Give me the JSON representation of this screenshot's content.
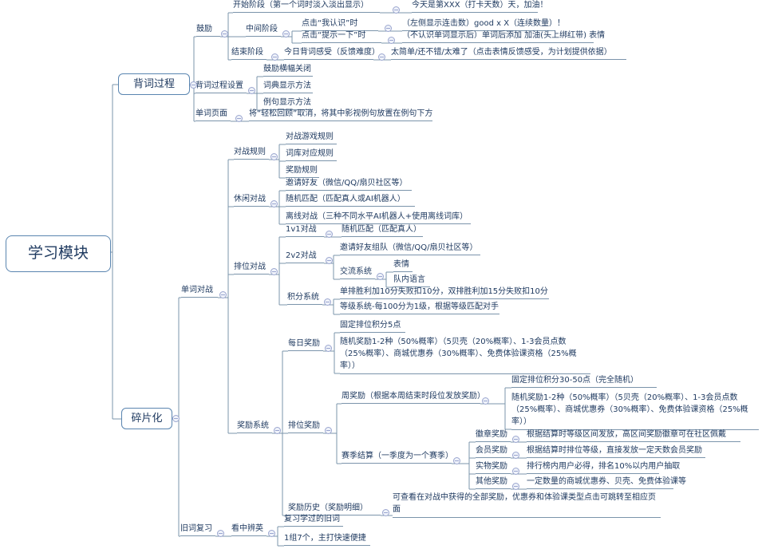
{
  "colors": {
    "text": "#1f3a60",
    "line": "#7b94ab",
    "node_border": "#5a85b0",
    "collapse_icon": "#9aa5cf",
    "background": "#ffffff"
  },
  "map": {
    "root": {
      "label": "学习模块"
    },
    "beici": {
      "label": "背词过程",
      "guli": {
        "label": "鼓励",
        "kaishi": {
          "label": "开始阶段（第一个词时淡入淡出显示）",
          "note": "今天是第XXX（打卡天数）天，加油！"
        },
        "zhongjian": {
          "label": "中间阶段",
          "renshi": {
            "label": "点击“我认识”时",
            "note": "（左侧显示连击数）good x X（连续数量）！"
          },
          "tishi": {
            "label": "点击“提示一下”时",
            "note": "（不认识单词显示后）单词后添加 加油(头上绑红带) 表情"
          }
        },
        "jieshu": {
          "label": "结束阶段",
          "ganshou": {
            "label": "今日背词感受（反馈难度）",
            "note": "太简单/还不错/太难了（点击表情反馈感受，为计划提供依据）"
          }
        }
      },
      "shezhi": {
        "label": "背词过程设置",
        "items": [
          "鼓励横幅关闭",
          "词典显示方法",
          "例句显示方法"
        ]
      },
      "page": {
        "label": "单词页面",
        "note": "将“轻松回顾”取消，将其中影视例句放置在例句下方"
      }
    },
    "suipian": {
      "label": "碎片化",
      "danci": {
        "label": "单词对战",
        "guize": {
          "label": "对战规则",
          "items": [
            "对战游戏规则",
            "词库对应规则",
            "奖励规则"
          ]
        },
        "xiuxian": {
          "label": "休闲对战",
          "items": [
            "邀请好友（微信/QQ/扇贝社区等）",
            "随机匹配（匹配真人或AI机器人）",
            "离线对战（三种不同水平AI机器人+使用离线词库）"
          ]
        },
        "paiwei": {
          "label": "排位对战",
          "v1": {
            "label": "1v1对战",
            "note": "随机匹配（匹配真人）"
          },
          "v2": {
            "label": "2v2对战",
            "invite": "邀请好友组队（微信/QQ/扇贝社区等）",
            "jiaoliu": {
              "label": "交流系统",
              "items": [
                "表情",
                "队内语言"
              ]
            }
          },
          "jifen": {
            "label": "积分系统",
            "items": [
              "单排胜利加10分失败扣10分，双排胜利加15分失败扣10分",
              "等级系统-每100分为1级，根据等级匹配对手"
            ]
          }
        },
        "jiangli": {
          "label": "奖励系统",
          "meiri": {
            "label": "每日奖励",
            "items": [
              "固定排位积分5点",
              "随机奖励1-2种（50%概率）（5贝壳（20%概率）、1-3会员点数（25%概率）、商城优惠券（30%概率）、免费体验课资格（25%概率））"
            ]
          },
          "paiweijiang": {
            "label": "排位奖励",
            "zhou": {
              "label": "周奖励（根据本周结束时段位发放奖励）",
              "items": [
                "固定排位积分30-50点（完全随机）",
                "随机奖励1-2种（50%概率）（5贝壳（20%概率）、1-3会员点数（25%概率）、商城优惠券（30%概率）、免费体验课资格（25%概率））"
              ]
            },
            "saiji": {
              "label": "赛季结算（一季度为一个赛季）",
              "rows": [
                {
                  "label": "徽章奖励",
                  "note": "根据结算时等级区间发放，高区间奖励徽章可在社区佩戴"
                },
                {
                  "label": "会员奖励",
                  "note": "根据结算时排位等级，直接发放一定天数会员奖励"
                },
                {
                  "label": "实物奖励",
                  "note": "排行榜内用户必得，排名10%以内用户抽取"
                },
                {
                  "label": "其他奖励",
                  "note": "一定数量的商城优惠券、贝壳、免费体验课等"
                }
              ]
            }
          },
          "lishi": {
            "label": "奖励历史（奖励明细）",
            "note": "可查看在对战中获得的全部奖励，优惠券和体验课类型点击可跳转至相应页面"
          }
        }
      },
      "jiuci": {
        "label": "旧词复习",
        "kanzhong": {
          "label": "看中辨英",
          "items": [
            "复习学过的旧词",
            "1组7个，主打快速便捷"
          ]
        }
      }
    }
  }
}
